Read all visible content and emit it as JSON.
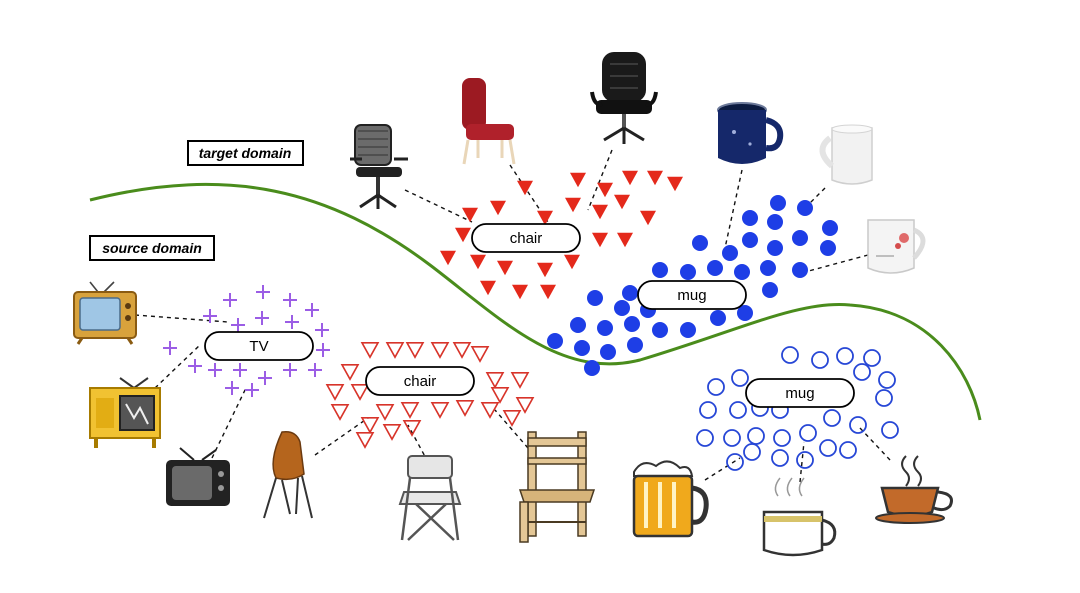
{
  "domains": {
    "target": "target domain",
    "source": "source domain"
  },
  "clusters": {
    "target_chair": "chair",
    "target_mug": "mug",
    "source_tv": "TV",
    "source_chair": "chair",
    "source_mug": "mug"
  },
  "colors": {
    "boundary": "#4a8c1c",
    "target_chair": "#e4291b",
    "target_mug": "#1e3ee6",
    "source_tv": "#9b5de5",
    "source_chair": "#d8342a",
    "source_mug": "#2747d6",
    "connector": "#111111"
  },
  "icons": [
    "office-chair-mesh-icon",
    "dining-chair-red-icon",
    "office-chair-leather-icon",
    "enamel-mug-icon",
    "white-mug-icon",
    "flower-mug-icon",
    "retro-tv-icon",
    "yellow-tv-icon",
    "black-tv-icon",
    "shell-chair-icon",
    "folding-chair-icon",
    "wooden-chair-icon",
    "beer-mug-icon",
    "tea-cup-icon",
    "coffee-cup-icon"
  ]
}
